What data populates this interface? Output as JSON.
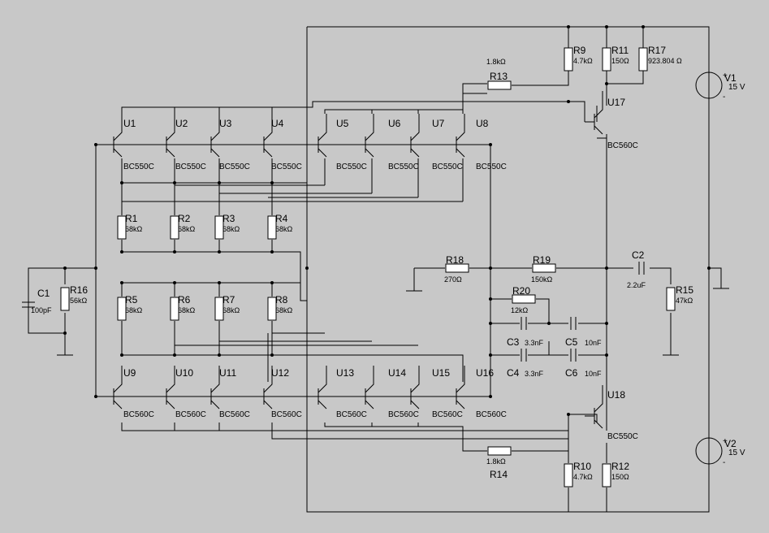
{
  "resistors": [
    {
      "ref": "R1",
      "value": "68kΩ"
    },
    {
      "ref": "R2",
      "value": "68kΩ"
    },
    {
      "ref": "R3",
      "value": "68kΩ"
    },
    {
      "ref": "R4",
      "value": "68kΩ"
    },
    {
      "ref": "R5",
      "value": "68kΩ"
    },
    {
      "ref": "R6",
      "value": "68kΩ"
    },
    {
      "ref": "R7",
      "value": "68kΩ"
    },
    {
      "ref": "R8",
      "value": "68kΩ"
    },
    {
      "ref": "R9",
      "value": "4.7kΩ"
    },
    {
      "ref": "R10",
      "value": "4.7kΩ"
    },
    {
      "ref": "R11",
      "value": "150Ω"
    },
    {
      "ref": "R12",
      "value": "150Ω"
    },
    {
      "ref": "R13",
      "value": "1.8kΩ"
    },
    {
      "ref": "R14",
      "value": "1.8kΩ"
    },
    {
      "ref": "R15",
      "value": "47kΩ"
    },
    {
      "ref": "R16",
      "value": "56kΩ"
    },
    {
      "ref": "R17",
      "value": "923.804 Ω"
    },
    {
      "ref": "R18",
      "value": "270Ω"
    },
    {
      "ref": "R19",
      "value": "150kΩ"
    },
    {
      "ref": "R20",
      "value": "12kΩ"
    }
  ],
  "capacitors": [
    {
      "ref": "C1",
      "value": "100pF"
    },
    {
      "ref": "C2",
      "value": "2.2uF"
    },
    {
      "ref": "C3",
      "value": "3.3nF"
    },
    {
      "ref": "C4",
      "value": "3.3nF"
    },
    {
      "ref": "C5",
      "value": "10nF"
    },
    {
      "ref": "C6",
      "value": "10nF"
    }
  ],
  "transistors": [
    {
      "ref": "U1",
      "part": "BC550C"
    },
    {
      "ref": "U2",
      "part": "BC550C"
    },
    {
      "ref": "U3",
      "part": "BC550C"
    },
    {
      "ref": "U4",
      "part": "BC550C"
    },
    {
      "ref": "U5",
      "part": "BC550C"
    },
    {
      "ref": "U6",
      "part": "BC550C"
    },
    {
      "ref": "U7",
      "part": "BC550C"
    },
    {
      "ref": "U8",
      "part": "BC550C"
    },
    {
      "ref": "U9",
      "part": "BC560C"
    },
    {
      "ref": "U10",
      "part": "BC560C"
    },
    {
      "ref": "U11",
      "part": "BC560C"
    },
    {
      "ref": "U12",
      "part": "BC560C"
    },
    {
      "ref": "U13",
      "part": "BC560C"
    },
    {
      "ref": "U14",
      "part": "BC560C"
    },
    {
      "ref": "U15",
      "part": "BC560C"
    },
    {
      "ref": "U16",
      "part": "BC560C"
    },
    {
      "ref": "U17",
      "part": "BC560C"
    },
    {
      "ref": "U18",
      "part": "BC550C"
    }
  ],
  "sources": [
    {
      "ref": "V1",
      "value": "15 V"
    },
    {
      "ref": "V2",
      "value": "15 V"
    }
  ],
  "colors": {
    "background": "#c8c8c8",
    "wire": "#000000",
    "resistor_fill": "#ffffff"
  }
}
